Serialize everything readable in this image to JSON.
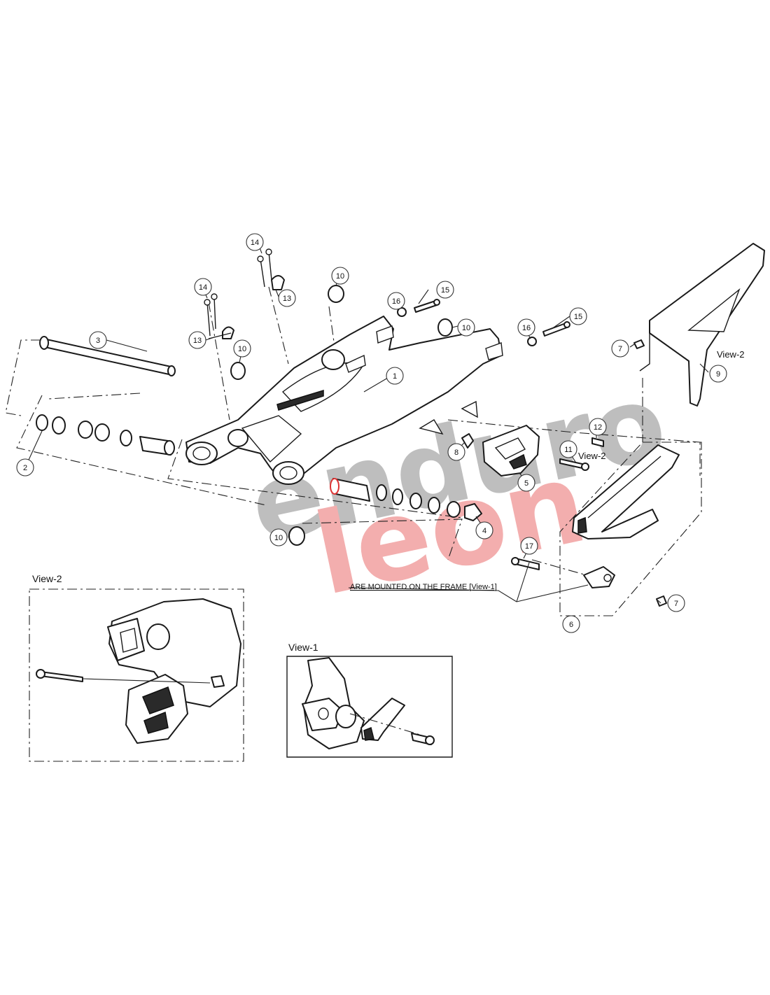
{
  "watermark": {
    "line1": "enduro",
    "line2": "leon",
    "color_gray": "#b8b8b8",
    "color_red": "#f2a6a6"
  },
  "callouts": [
    "1",
    "2",
    "3",
    "4",
    "5",
    "6",
    "7",
    "7",
    "8",
    "9",
    "10",
    "10",
    "10",
    "10",
    "11",
    "12",
    "13",
    "13",
    "14",
    "14",
    "15",
    "15",
    "16",
    "16",
    "17"
  ],
  "labels": {
    "view2_a": "View-2",
    "view2_b": "View-2",
    "view2_box": "View-2",
    "view1_box": "View-1",
    "frame_note": "ARE MOUNTED ON THE FRAME [View-1]"
  }
}
